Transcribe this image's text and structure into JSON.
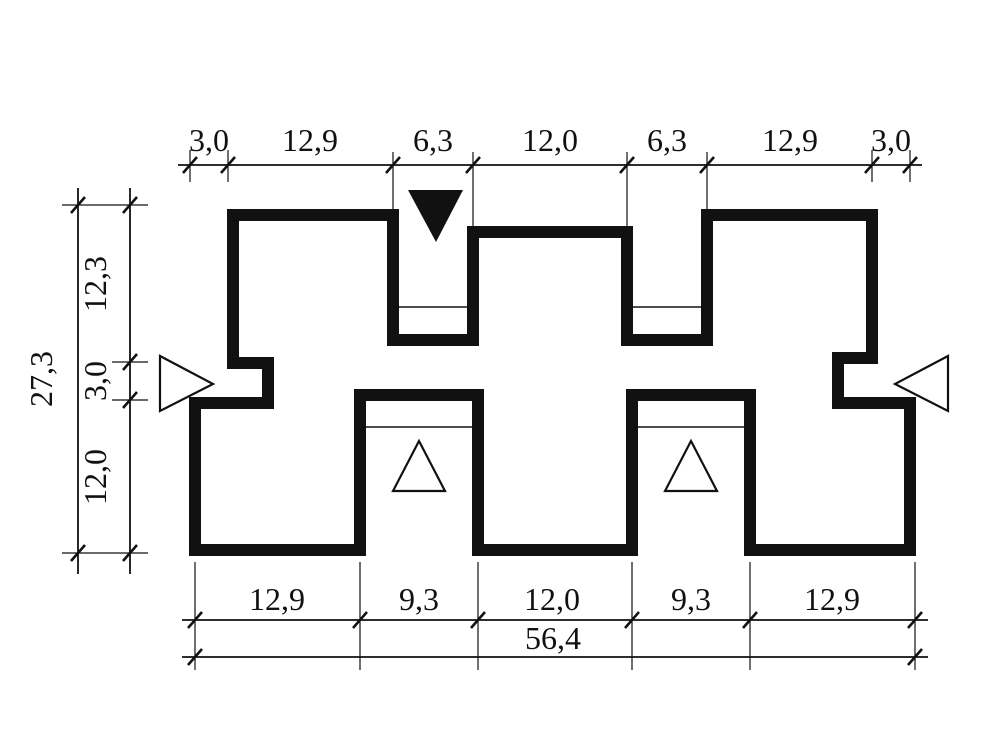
{
  "drawing": {
    "type": "architectural floor plan with dimension chains",
    "paper_color": "#ffffff",
    "ink_color": "#111111",
    "top_dims": [
      "3,0",
      "12,9",
      "6,3",
      "12,0",
      "6,3",
      "12,9",
      "3,0"
    ],
    "left_overall": "27,3",
    "left_dims": [
      "12,3",
      "3,0",
      "12,0"
    ],
    "bottom_dims": [
      "12,9",
      "9,3",
      "12,0",
      "9,3",
      "12,9"
    ],
    "bottom_overall": "56,4",
    "markers": {
      "top_filled_triangle": "entrance-marker-filled-down-triangle",
      "lower_left_triangle": "entrance-marker-up-triangle",
      "lower_right_triangle": "entrance-marker-up-triangle",
      "left_side_triangle": "side-arrow-right-triangle",
      "right_side_triangle": "side-arrow-left-triangle"
    }
  }
}
